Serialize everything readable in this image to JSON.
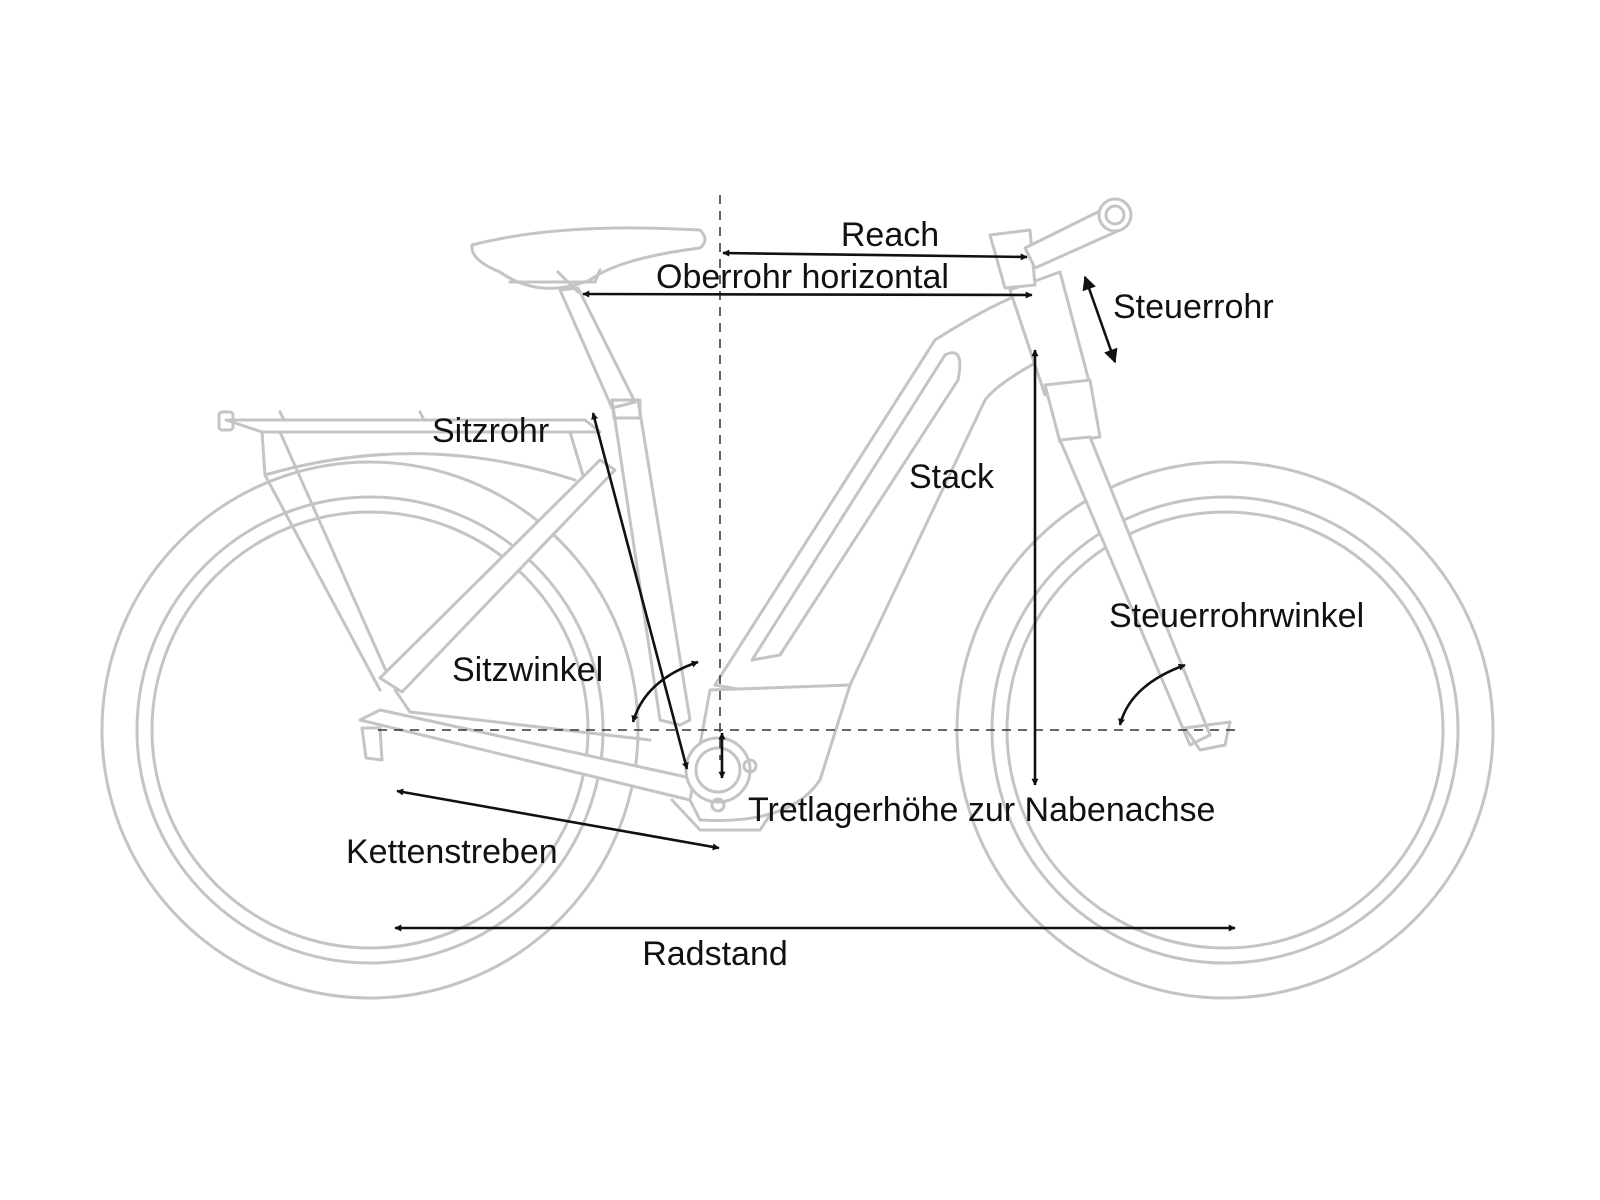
{
  "labels": {
    "reach": "Reach",
    "top_tube_horizontal": "Oberrohr horizontal",
    "head_tube": "Steuerrohr",
    "seat_tube": "Sitzrohr",
    "stack": "Stack",
    "head_tube_angle": "Steuerrohrwinkel",
    "seat_angle": "Sitzwinkel",
    "bb_height": "Tretlagerhöhe zur Nabenachse",
    "chainstays": "Kettenstreben",
    "wheelbase": "Radstand"
  }
}
